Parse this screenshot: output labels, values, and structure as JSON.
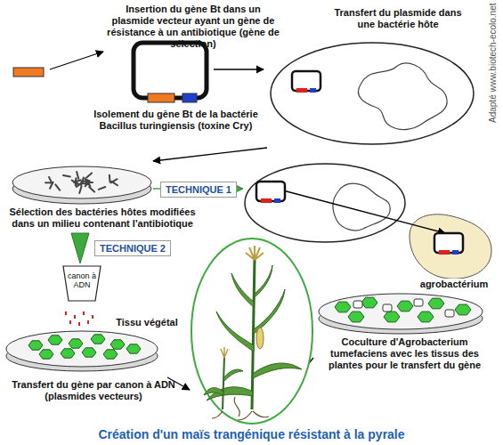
{
  "diagram": {
    "caption": "Création d'un maïs trangénique résistant à la pyrale",
    "nodes": [
      {
        "text": [
          "TECHNIQUE 1"
        ]
      },
      {
        "text": [
          "TECHNIQUE 2"
        ]
      },
      {
        "text": [
          "canon à ADN"
        ]
      }
    ],
    "labels": [
      "Insertion du gène Bt dans un plasmide vecteur ayant un gène de résistance à un antibiotique (gène de sélection)",
      "Transfert du plasmide dans une bactérie hôte",
      "Isolement du gène Bt de la bactérie Bacillus turingiensis (toxine Cry)",
      "Sélection des bactéries hôtes modifiées dans un milieu contenant l'antibiotique",
      "agrobactérium",
      "Tissu végétal",
      "Coculture d'Agrobacterium tumefaciens avec les tissus des plantes pour le transfert du gène",
      "Transfert du gène par canon à ADN (plasmides vecteurs)",
      "Adapté www.biotech-ecolo.net"
    ]
  }
}
